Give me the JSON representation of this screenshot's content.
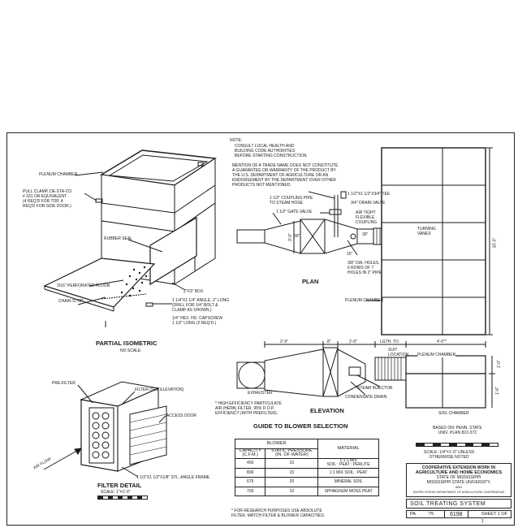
{
  "note": {
    "title": "NOTE:",
    "lines": [
      "CONSULT LOCAL HEALTH AND",
      "BUILDING CODE AUTHORITIES",
      "BEFORE STARTING CONSTRUCTION."
    ]
  },
  "disclaimer": [
    "MENTION OF A TRADE NAME DOES NOT CONSTITUTE",
    "A GUARANTEE OR WARRANTY OF THE PRODUCT BY",
    "THE U.S. DEPARTMENT OF AGRICULTURE OR AN",
    "ENDORSEMENT BY THE DEPARTMENT OVER OTHER",
    "PRODUCTS NOT MENTIONED."
  ],
  "isometric": {
    "title": "PARTIAL ISOMETRIC",
    "scale": "NO SCALE",
    "labels": {
      "plenum": "PLENUM CHAMBER",
      "clamp": "PULL CLAMP, DE-STA-CO\n# 331 OR EQUIVALENT\n(4 REQ'D FOR TOP, 4\nREQ'D FOR SIDE DOOR.)",
      "seal": "RUBBER SEAL",
      "floor": "3/16\" PERFORATED FLOOR",
      "chain": "CHAIN STOP",
      "box": "2\"x3\" BOX",
      "angle": "1 1/4\"x1 1/4\" ANGLE, 2\" LONG\n(DRILL FOR 1/4\" BOLT &\nCLAMP AS SHOWN.)",
      "capscrew": "1/4\" HEX. HD. CAPSCREW\n1 1/2\" LONG (2 REQ'D.)"
    }
  },
  "plan": {
    "title": "PLAN",
    "labels": {
      "coupling_pipe": "1 1/2\" COUPLING PIPE\nTO STEAM HOSE",
      "tee": "1 1/2\"x1 1/2\"x3/4\" TEE",
      "drain_valve": "3/4\" DRAIN VALVE",
      "gate_valve": "1 1/2\" GATE VALVE",
      "flex": "AIR TIGHT\nFLEXIBLE\nCOUPLING",
      "holes": "3/8\" DIA. HOLES,\n6 ROWS OF 7\nHOLES IN 2\" PIPE",
      "vanes": "TURNING\nVANES",
      "plenum": "PLENUM CHAMBER",
      "dim_30a": "30\"",
      "dim_30b": "30\"",
      "dim_15": "15\"",
      "dim_3ft": "3'-0\"",
      "dim_10ft": "10'-0\""
    }
  },
  "elevation": {
    "title": "ELEVATION",
    "labels": {
      "exhauster": "EXHAUSTER",
      "hepa": "* HIGH EFFICIENCY PARTICULATE\nAIR (HEPA) FILTER, 95% D.O.P.\nEFFICIENCY (WITH PREFILTER).",
      "steam_injector": "STEAM INJECTOR",
      "condensate": "CONDENSATE DRAIN",
      "suit": "SUIT\nLOCATION",
      "plenum": "PLENUM CHAMBER",
      "soil": "SOIL CHAMBER",
      "dim_a": "2'-9\"",
      "dim_b": "8\"",
      "dim_c": "2'-0\"",
      "dim_d": "LGTH. TO",
      "dim_e": "4'-0\"*",
      "dim_f": "1'-0\"",
      "dim_g": "1'-6\""
    }
  },
  "filter_detail": {
    "title": "FILTER DETAIL",
    "scale": "SCALE: 1\"=1'-0\"",
    "labels": {
      "prefilter": "PRE-FILTER",
      "filter": "FILTER (SEE ELEVATION)",
      "door": "ACCESS DOOR",
      "airflow": "AIR FLOW",
      "frame": "1 1/2\"x1 1/2\"x1/8\" STL. ANGLE FRAME"
    }
  },
  "guide": {
    "title": "GUIDE TO BLOWER SELECTION",
    "group_blower": "BLOWER",
    "group_material": "MATERIAL",
    "columns": [
      "CAPACITY\n(C.F.M.)",
      "STATIC PRESSURE\n(IN. OF WATER)"
    ],
    "rows": [
      {
        "capacity": "450",
        "pressure": "15",
        "material": "1:1:1 MIX\nSOIL : PEAT : PERLITE"
      },
      {
        "capacity": "800",
        "pressure": "15",
        "material": "1:1 MIX SOIL : PEAT"
      },
      {
        "capacity": "675",
        "pressure": "20",
        "material": "MINERAL SOIL"
      },
      {
        "capacity": "700",
        "pressure": "10",
        "material": "SPHAGNUM MOSS PEAT"
      }
    ],
    "footnote": "* FOR RESEARCH PURPOSES USE ABSOLUTE\nFILTER, MATCH FILTER & BLOWER CAPACITIES."
  },
  "based_on": "BASED ON: PENN. STATE\nUNIV. PLAN 822-372",
  "scale_note": "SCALE: 1/4\"=1'-0\" UNLESS\nOTHERWISE NOTED",
  "title_block": {
    "line1": "COOPERATIVE EXTENSION WORK IN",
    "line2": "AGRICULTURE AND HOME ECONOMICS",
    "line3": "STATE OF MISSISSIPPI",
    "line4": "MISSISSIPPI STATE UNIVERSITY,",
    "line5": "AND",
    "line6": "UNITED STATES DEPARTMENT OF AGRICULTURE COOPERATING",
    "name": "SOIL TREATING SYSTEM",
    "pa": "PA.",
    "year": "'75",
    "plan_no": "6198",
    "sheet": "SHEET 1 OF 1"
  }
}
